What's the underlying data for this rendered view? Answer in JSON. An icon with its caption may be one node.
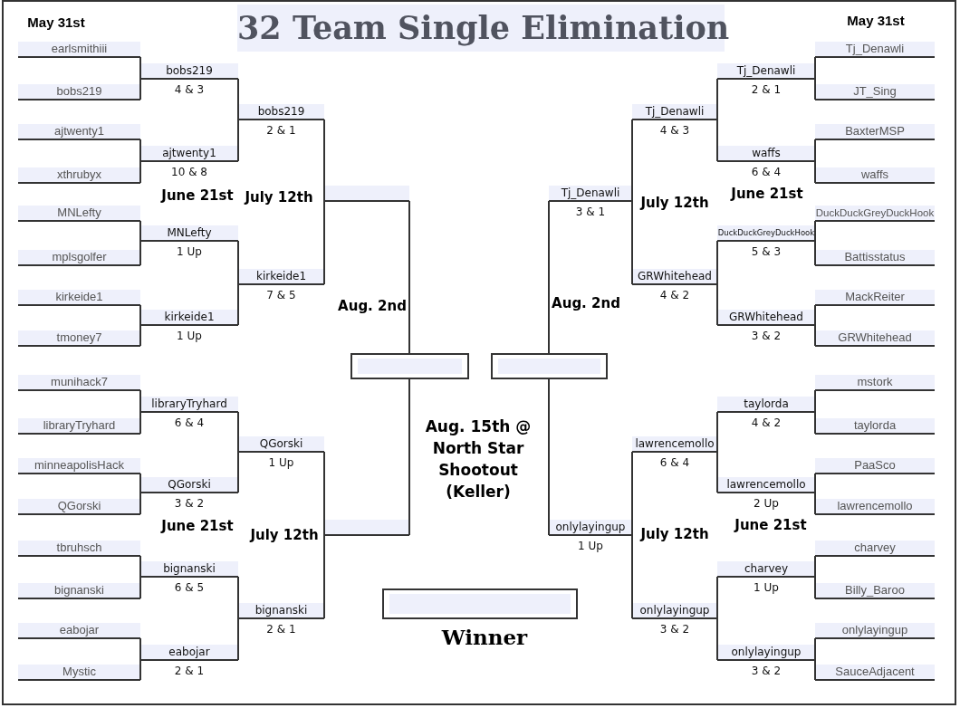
{
  "diagram": {
    "title": "32 Team Single Elimination",
    "nodes": [
      {
        "text": [
          "earlsmithiii"
        ]
      },
      {
        "text": [
          "bobs219"
        ]
      },
      {
        "text": [
          "ajtwenty1"
        ]
      },
      {
        "text": [
          "xthrubyx"
        ]
      },
      {
        "text": [
          "MNLefty"
        ]
      },
      {
        "text": [
          "mplsgolfer"
        ]
      },
      {
        "text": [
          "kirkeide1"
        ]
      },
      {
        "text": [
          "tmoney7"
        ]
      },
      {
        "text": [
          "munihack7"
        ]
      },
      {
        "text": [
          "libraryTryhard"
        ]
      },
      {
        "text": [
          "minneapolisHack"
        ]
      },
      {
        "text": [
          "QGorski"
        ]
      },
      {
        "text": [
          "tbruhsch"
        ]
      },
      {
        "text": [
          "bignanski"
        ]
      },
      {
        "text": [
          "eabojar"
        ]
      },
      {
        "text": [
          "Mystic"
        ]
      },
      {
        "text": [
          "bobs219"
        ],
        "beside": [
          "4 & 3"
        ]
      },
      {
        "text": [
          "ajtwenty1"
        ],
        "beside": [
          "10 & 8"
        ]
      },
      {
        "text": [
          "MNLefty"
        ],
        "beside": [
          "1 Up"
        ]
      },
      {
        "text": [
          "kirkeide1"
        ],
        "beside": [
          "1 Up"
        ]
      },
      {
        "text": [
          "libraryTryhard"
        ],
        "beside": [
          "6 & 4"
        ]
      },
      {
        "text": [
          "QGorski"
        ],
        "beside": [
          "3 & 2"
        ]
      },
      {
        "text": [
          "bignanski"
        ],
        "beside": [
          "6 & 5"
        ]
      },
      {
        "text": [
          "eabojar"
        ],
        "beside": [
          "2 & 1"
        ]
      },
      {
        "text": [
          "bobs219"
        ],
        "beside": [
          "2 & 1"
        ]
      },
      {
        "text": [
          "kirkeide1"
        ],
        "beside": [
          "7 & 5"
        ]
      },
      {
        "text": [
          "QGorski"
        ],
        "beside": [
          "1 Up"
        ]
      },
      {
        "text": [
          "bignanski"
        ],
        "beside": [
          "2 & 1"
        ]
      },
      {
        "text": [],
        "shape": "bar"
      },
      {
        "text": [],
        "shape": "bar"
      },
      {
        "text": [],
        "shape": "box"
      },
      {
        "text": [],
        "shape": "box"
      },
      {
        "text": [
          "Tj_Denawli"
        ],
        "beside": [
          "3 & 1"
        ]
      },
      {
        "text": [
          "onlylayingup"
        ],
        "beside": [
          "1 Up"
        ]
      },
      {
        "text": [
          "Tj_Denawli"
        ],
        "beside": [
          "4 & 3"
        ]
      },
      {
        "text": [
          "GRWhitehead"
        ],
        "beside": [
          "4 & 2"
        ]
      },
      {
        "text": [
          "lawrencemollo"
        ],
        "beside": [
          "6 & 4"
        ]
      },
      {
        "text": [
          "onlylayingup"
        ],
        "beside": [
          "3 & 2"
        ]
      },
      {
        "text": [
          "Tj_Denawli"
        ],
        "beside": [
          "2 & 1"
        ]
      },
      {
        "text": [
          "waffs"
        ],
        "beside": [
          "6 & 4"
        ]
      },
      {
        "text": [
          "DuckDuckGreyDuckHook"
        ],
        "beside": [
          "5 & 3"
        ]
      },
      {
        "text": [
          "GRWhitehead"
        ],
        "beside": [
          "3 & 2"
        ]
      },
      {
        "text": [
          "taylorda"
        ],
        "beside": [
          "4 & 2"
        ]
      },
      {
        "text": [
          "lawrencemollo"
        ],
        "beside": [
          "2 Up"
        ]
      },
      {
        "text": [
          "charvey"
        ],
        "beside": [
          "1 Up"
        ]
      },
      {
        "text": [
          "onlylayingup"
        ],
        "beside": [
          "3 & 2"
        ]
      },
      {
        "text": [
          "Tj_Denawli"
        ]
      },
      {
        "text": [
          "JT_Sing"
        ]
      },
      {
        "text": [
          "BaxterMSP"
        ]
      },
      {
        "text": [
          "waffs"
        ]
      },
      {
        "text": [
          "DuckDuckGreyDuckHook"
        ]
      },
      {
        "text": [
          "Battisstatus"
        ]
      },
      {
        "text": [
          "MackReiter"
        ]
      },
      {
        "text": [
          "GRWhitehead"
        ]
      },
      {
        "text": [
          "mstork"
        ]
      },
      {
        "text": [
          "taylorda"
        ]
      },
      {
        "text": [
          "PaaSco"
        ]
      },
      {
        "text": [
          "lawrencemollo"
        ]
      },
      {
        "text": [
          "charvey"
        ]
      },
      {
        "text": [
          "Billy_Baroo"
        ]
      },
      {
        "text": [
          "onlylayingup"
        ]
      },
      {
        "text": [
          "SauceAdjacent"
        ]
      },
      {
        "text": [],
        "shape": "box"
      }
    ],
    "edges": [
      {
        "from": 0,
        "to": 16,
        "arrow": "none"
      },
      {
        "from": 1,
        "to": 16,
        "arrow": "none"
      },
      {
        "from": 2,
        "to": 17,
        "arrow": "none"
      },
      {
        "from": 3,
        "to": 17,
        "arrow": "none"
      },
      {
        "from": 4,
        "to": 18,
        "arrow": "none"
      },
      {
        "from": 5,
        "to": 18,
        "arrow": "none"
      },
      {
        "from": 6,
        "to": 19,
        "arrow": "none"
      },
      {
        "from": 7,
        "to": 19,
        "arrow": "none"
      },
      {
        "from": 8,
        "to": 20,
        "arrow": "none"
      },
      {
        "from": 9,
        "to": 20,
        "arrow": "none"
      },
      {
        "from": 10,
        "to": 21,
        "arrow": "none"
      },
      {
        "from": 11,
        "to": 21,
        "arrow": "none"
      },
      {
        "from": 12,
        "to": 22,
        "arrow": "none"
      },
      {
        "from": 13,
        "to": 22,
        "arrow": "none"
      },
      {
        "from": 14,
        "to": 23,
        "arrow": "none"
      },
      {
        "from": 15,
        "to": 23,
        "arrow": "none"
      },
      {
        "from": 16,
        "to": 24,
        "arrow": "none"
      },
      {
        "from": 17,
        "to": 24,
        "arrow": "none"
      },
      {
        "from": 18,
        "to": 25,
        "arrow": "none"
      },
      {
        "from": 19,
        "to": 25,
        "arrow": "none"
      },
      {
        "from": 20,
        "to": 26,
        "arrow": "none"
      },
      {
        "from": 21,
        "to": 26,
        "arrow": "none"
      },
      {
        "from": 22,
        "to": 27,
        "arrow": "none"
      },
      {
        "from": 23,
        "to": 27,
        "arrow": "none"
      },
      {
        "from": 24,
        "to": 28,
        "arrow": "none"
      },
      {
        "from": 25,
        "to": 28,
        "arrow": "none"
      },
      {
        "from": 26,
        "to": 29,
        "arrow": "none"
      },
      {
        "from": 27,
        "to": 29,
        "arrow": "none"
      },
      {
        "from": 28,
        "to": 30,
        "arrow": "none"
      },
      {
        "from": 29,
        "to": 30,
        "arrow": "none"
      },
      {
        "from": 32,
        "to": 31,
        "arrow": "none"
      },
      {
        "from": 33,
        "to": 31,
        "arrow": "none"
      },
      {
        "from": 34,
        "to": 32,
        "arrow": "none"
      },
      {
        "from": 35,
        "to": 32,
        "arrow": "none"
      },
      {
        "from": 36,
        "to": 33,
        "arrow": "none"
      },
      {
        "from": 37,
        "to": 33,
        "arrow": "none"
      },
      {
        "from": 38,
        "to": 34,
        "arrow": "none"
      },
      {
        "from": 39,
        "to": 34,
        "arrow": "none"
      },
      {
        "from": 40,
        "to": 35,
        "arrow": "none"
      },
      {
        "from": 41,
        "to": 35,
        "arrow": "none"
      },
      {
        "from": 42,
        "to": 36,
        "arrow": "none"
      },
      {
        "from": 43,
        "to": 36,
        "arrow": "none"
      },
      {
        "from": 44,
        "to": 37,
        "arrow": "none"
      },
      {
        "from": 45,
        "to": 37,
        "arrow": "none"
      },
      {
        "from": 46,
        "to": 38,
        "arrow": "none"
      },
      {
        "from": 47,
        "to": 38,
        "arrow": "none"
      },
      {
        "from": 48,
        "to": 39,
        "arrow": "none"
      },
      {
        "from": 49,
        "to": 39,
        "arrow": "none"
      },
      {
        "from": 50,
        "to": 40,
        "arrow": "none"
      },
      {
        "from": 51,
        "to": 40,
        "arrow": "none"
      },
      {
        "from": 52,
        "to": 41,
        "arrow": "none"
      },
      {
        "from": 53,
        "to": 41,
        "arrow": "none"
      },
      {
        "from": 54,
        "to": 42,
        "arrow": "none"
      },
      {
        "from": 55,
        "to": 42,
        "arrow": "none"
      },
      {
        "from": 56,
        "to": 43,
        "arrow": "none"
      },
      {
        "from": 57,
        "to": 43,
        "arrow": "none"
      },
      {
        "from": 58,
        "to": 44,
        "arrow": "none"
      },
      {
        "from": 59,
        "to": 44,
        "arrow": "none"
      },
      {
        "from": 60,
        "to": 45,
        "arrow": "none"
      },
      {
        "from": 61,
        "to": 45,
        "arrow": "none"
      }
    ],
    "labels": [
      "May 31st",
      "May 31st",
      "June 21st",
      "July 12th",
      "July 12th",
      "June 21st",
      "Aug. 2nd",
      "Aug. 2nd",
      "Aug. 15th @ North Star Shootout (Keller)",
      "June 21st",
      "July 12th",
      "July 12th",
      "June 21st",
      "Winner"
    ]
  }
}
